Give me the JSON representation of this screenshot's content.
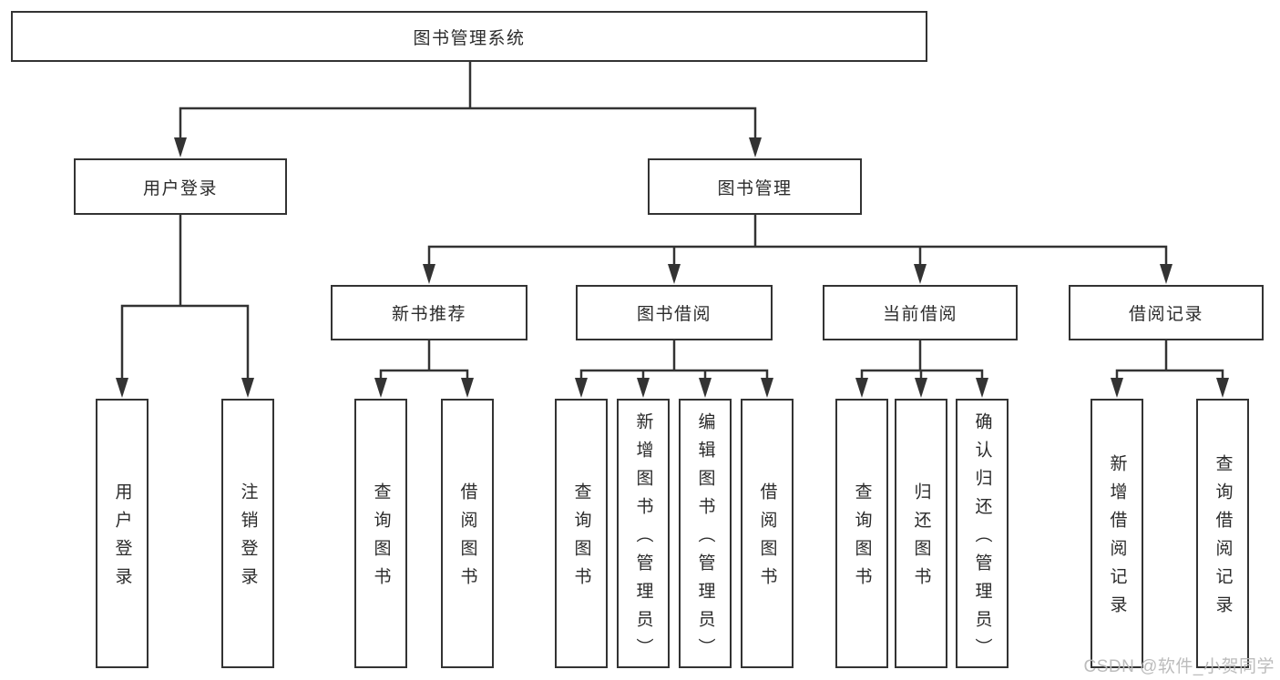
{
  "tree": {
    "label": "图书管理系统",
    "children": [
      {
        "label": "用户登录",
        "children": [
          {
            "label": "用户登录"
          },
          {
            "label": "注销登录"
          }
        ]
      },
      {
        "label": "图书管理",
        "children": [
          {
            "label": "新书推荐",
            "children": [
              {
                "label": "查询图书"
              },
              {
                "label": "借阅图书"
              }
            ]
          },
          {
            "label": "图书借阅",
            "children": [
              {
                "label": "查询图书"
              },
              {
                "label": "新增图书（管理员）"
              },
              {
                "label": "编辑图书（管理员）"
              },
              {
                "label": "借阅图书"
              }
            ]
          },
          {
            "label": "当前借阅",
            "children": [
              {
                "label": "查询图书"
              },
              {
                "label": "归还图书"
              },
              {
                "label": "确认归还（管理员）"
              }
            ]
          },
          {
            "label": "借阅记录",
            "children": [
              {
                "label": "新增借阅记录"
              },
              {
                "label": "查询借阅记录"
              }
            ]
          }
        ]
      }
    ]
  },
  "watermark": {
    "text": "CSDN @软件_小贺同学"
  },
  "colors": {
    "line": "#333333",
    "node_border": "#333333",
    "node_fill": "#ffffff",
    "text": "#2b2b2b",
    "watermark": "#b9b9b9",
    "background": "#ffffff"
  }
}
